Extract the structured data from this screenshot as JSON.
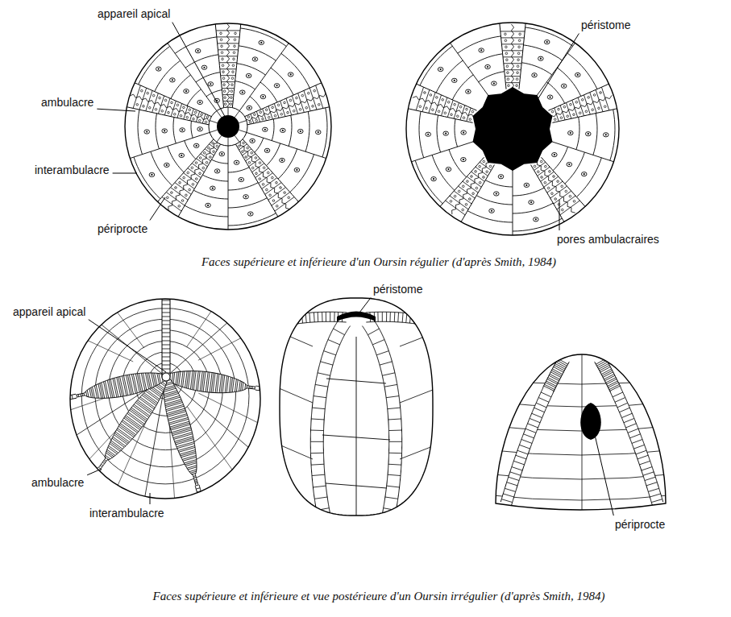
{
  "diagram": {
    "labels": [
      "appareil apical",
      "ambulacre",
      "interambulacre",
      "périprocte",
      "péristome",
      "pores ambulacraires",
      "Faces supérieure et inférieure d'un Oursin régulier (d'après Smith, 1984)",
      "appareil apical",
      "péristome",
      "ambulacre",
      "interambulacre",
      "périprocte",
      "Faces supérieure et inférieure et vue postérieure d'un Oursin irrégulier (d'après Smith, 1984)"
    ]
  }
}
